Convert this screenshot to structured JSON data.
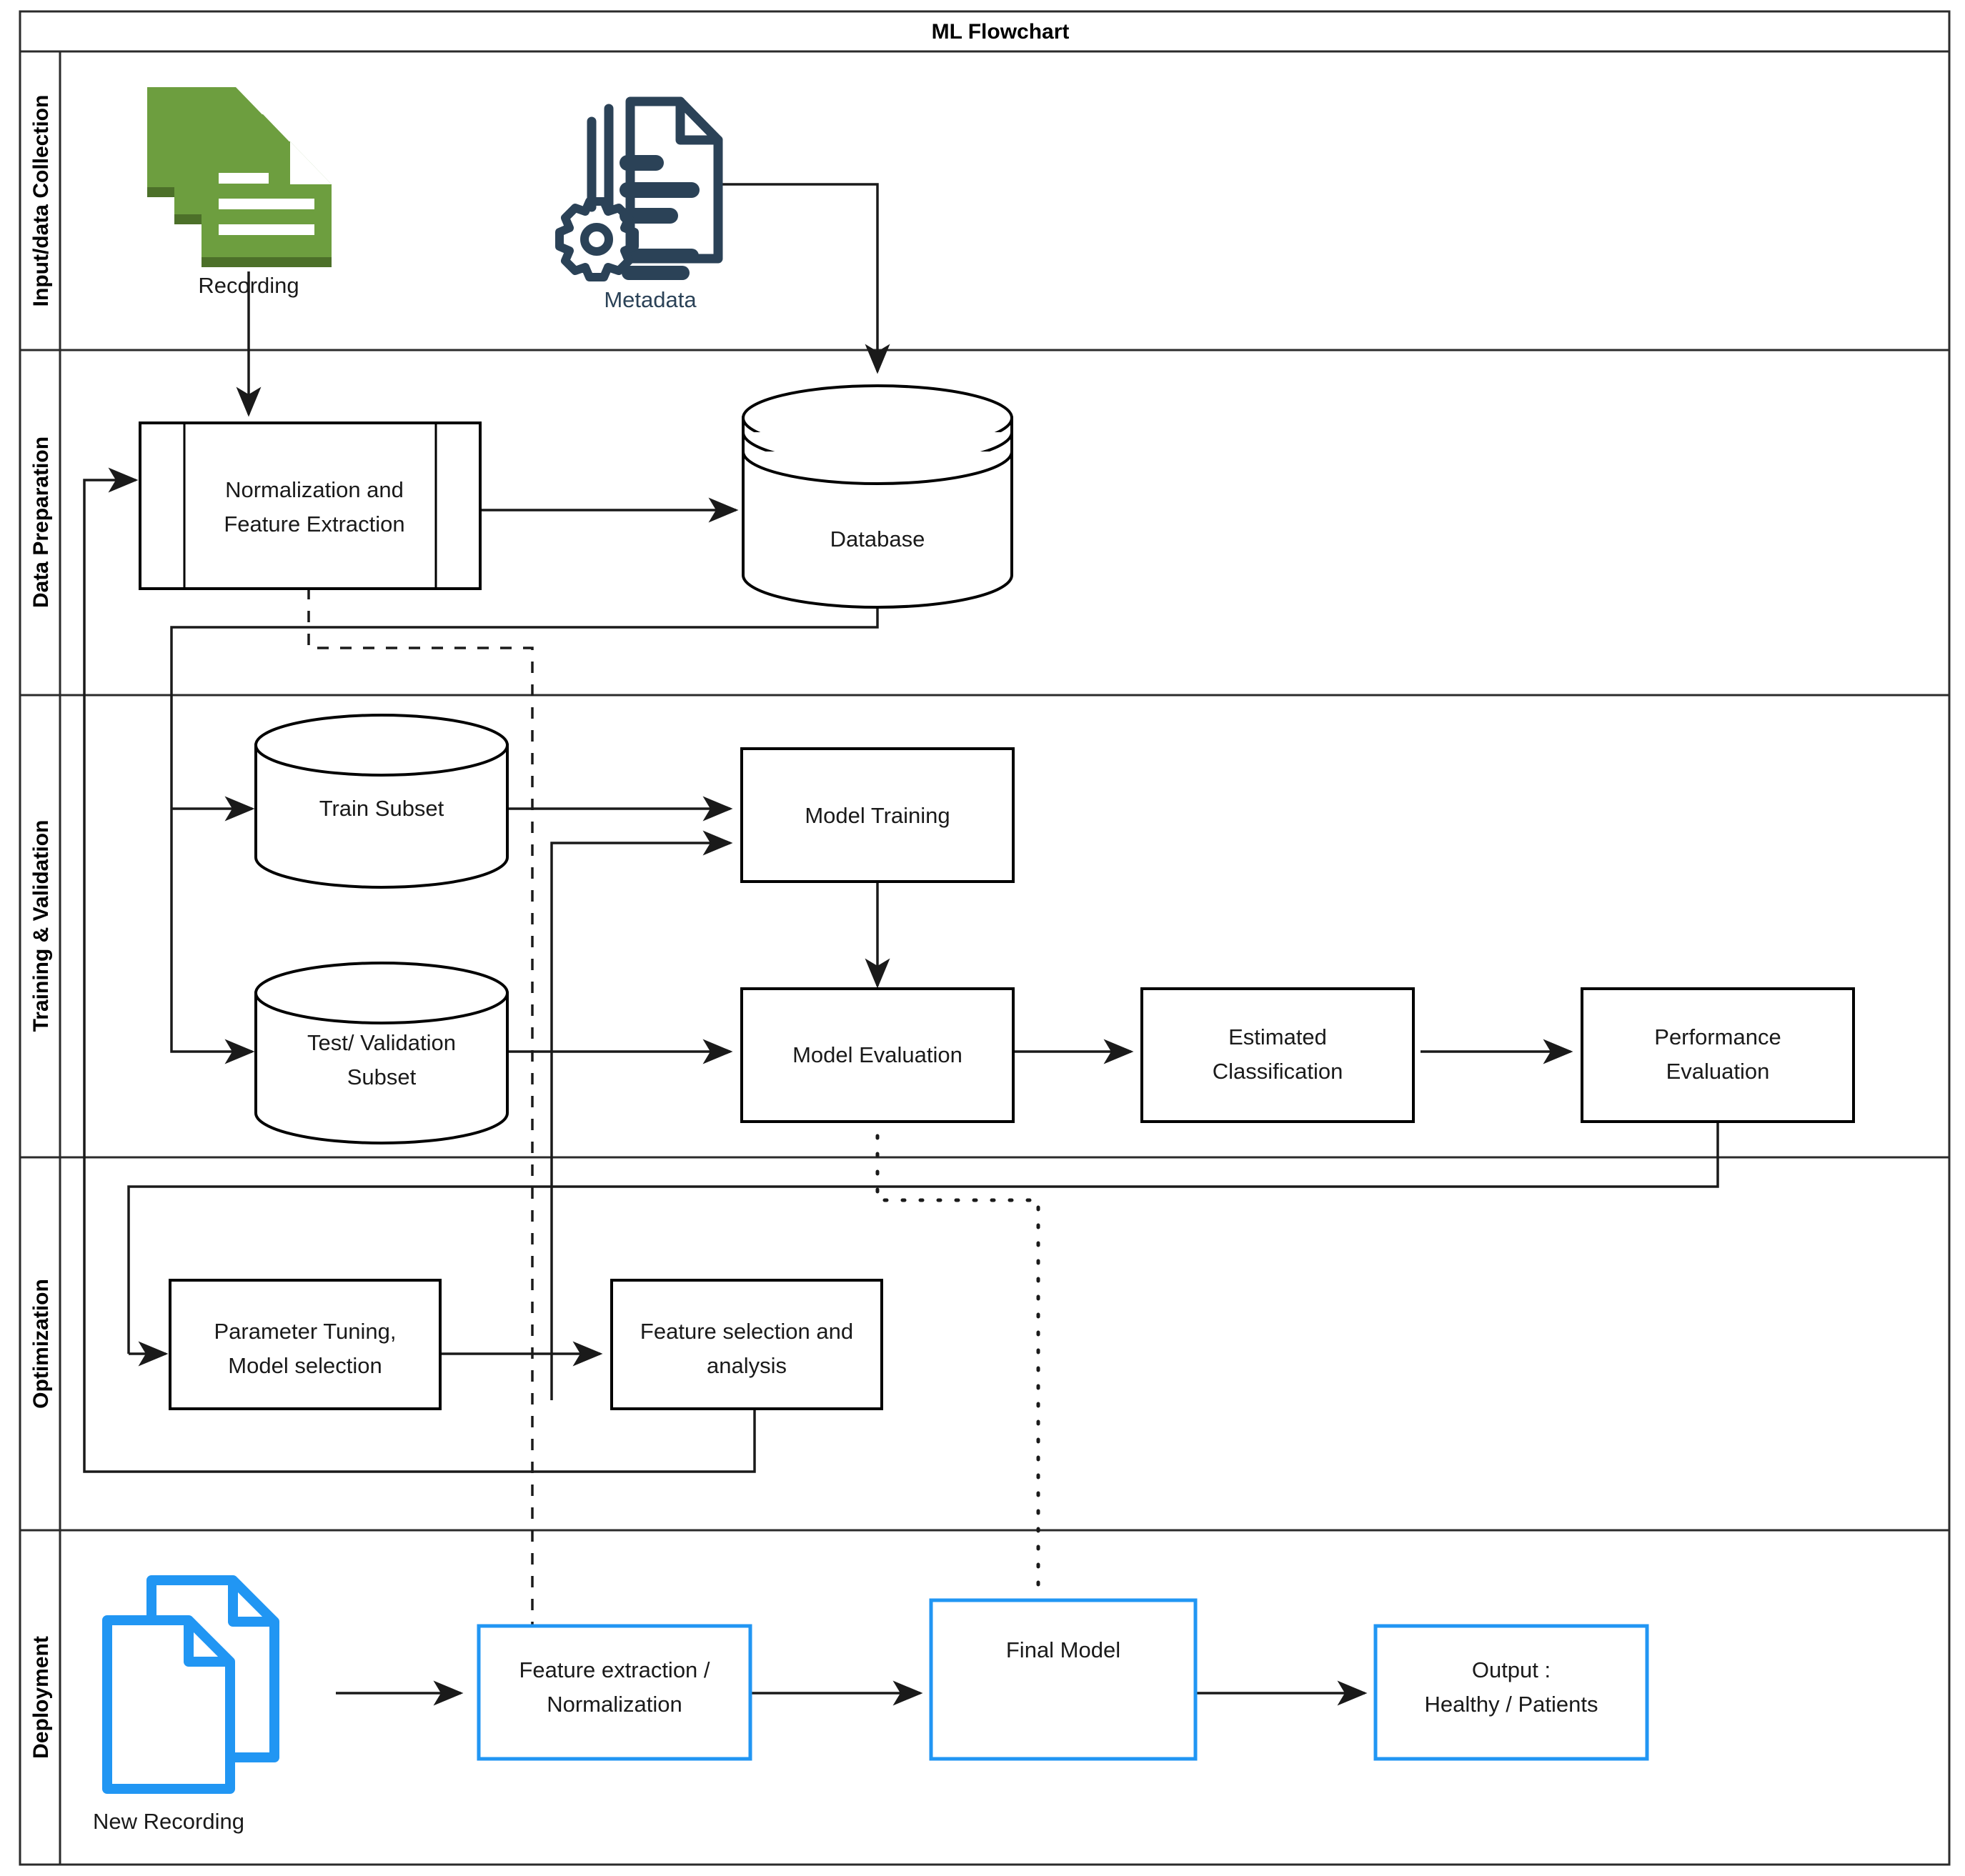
{
  "diagram": {
    "title": "ML Flowchart",
    "lanes": [
      {
        "id": "input",
        "label": "Input/data Collection"
      },
      {
        "id": "prep",
        "label": "Data Preparation"
      },
      {
        "id": "train",
        "label": "Training & Validation"
      },
      {
        "id": "opt",
        "label": "Optimization"
      },
      {
        "id": "deploy",
        "label": "Deployment"
      }
    ],
    "nodes": {
      "recording": {
        "label": "Recording",
        "shape": "document-stack-icon",
        "color": "#6d9e3f"
      },
      "metadata": {
        "label": "Metadata",
        "shape": "document-gear-icon",
        "color": "#2b4257"
      },
      "normalization": {
        "line1": "Normalization and",
        "line2": "Feature Extraction",
        "shape": "predefined-process"
      },
      "database": {
        "label": "Database",
        "shape": "cylinder"
      },
      "train_subset": {
        "label": "Train Subset",
        "shape": "cylinder"
      },
      "test_subset": {
        "line1": "Test/ Validation",
        "line2": "Subset",
        "shape": "cylinder"
      },
      "model_training": {
        "label": "Model Training",
        "shape": "rect"
      },
      "model_evaluation": {
        "label": "Model Evaluation",
        "shape": "rect"
      },
      "estimated_classification": {
        "line1": "Estimated",
        "line2": "Classification",
        "shape": "rect"
      },
      "performance_evaluation": {
        "line1": "Performance",
        "line2": "Evaluation",
        "shape": "rect"
      },
      "parameter_tuning": {
        "line1": "Parameter Tuning,",
        "line2": "Model selection",
        "shape": "rect"
      },
      "feature_selection": {
        "line1": "Feature selection and",
        "line2": "analysis",
        "shape": "rect"
      },
      "new_recording": {
        "label": "New Recording",
        "shape": "document-stack-icon",
        "color": "#2196f3"
      },
      "feature_extraction_deploy": {
        "line1": "Feature extraction /",
        "line2": "Normalization",
        "shape": "rect-blue"
      },
      "final_model": {
        "label": "Final Model",
        "shape": "rect-blue"
      },
      "output": {
        "line1": "Output :",
        "line2": "Healthy / Patients",
        "shape": "rect-blue"
      }
    },
    "colors": {
      "recording_green": "#6d9e3f",
      "metadata_navy": "#2b4257",
      "deploy_blue": "#2196f3",
      "line_black": "#1a1a1a",
      "frame_gray": "#2b2b2b"
    }
  }
}
